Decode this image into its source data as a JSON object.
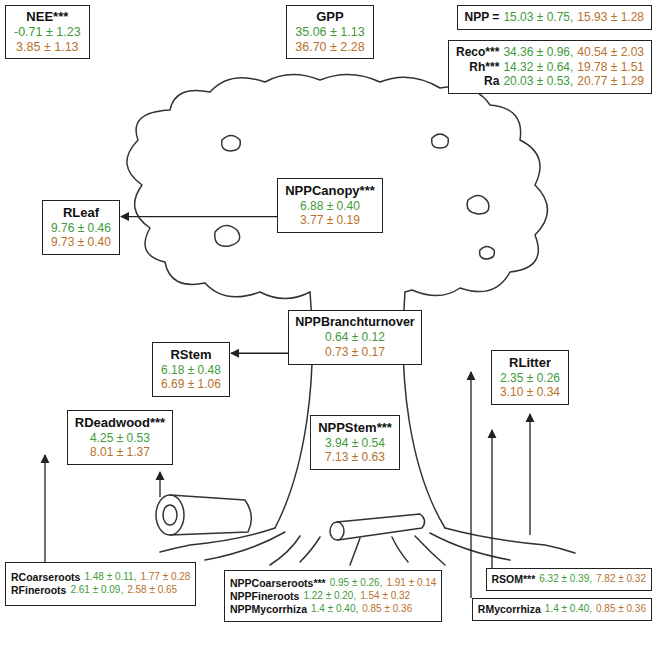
{
  "diagram": {
    "nodes": [
      {
        "text": [
          "NEE***",
          "-0.71 ± 1.23",
          "3.85 ± 1.13"
        ]
      },
      {
        "text": [
          "GPP",
          "35.06 ± 1.13",
          "36.70 ± 2.28"
        ]
      },
      {
        "text": [
          "NPP =",
          "15.03 ± 0.75,",
          "15.93 ± 1.28"
        ]
      },
      {
        "text": [
          "Reco***",
          "34.36 ± 0.96,",
          "40.54 ± 2.03",
          "Rh***",
          "14.32 ± 0.64,",
          "19.78 ± 1.51",
          "Ra",
          "20.03 ± 0.53,",
          "20.77 ± 1.29"
        ]
      },
      {
        "text": [
          "NPPCanopy***",
          "6.88 ± 0.40",
          "3.77 ± 0.19"
        ]
      },
      {
        "text": [
          "RLeaf",
          "9.76 ± 0.46",
          "9.73 ± 0.40"
        ]
      },
      {
        "text": [
          "NPPBranchturnover",
          "0.64 ± 0.12",
          "0.73 ± 0.17"
        ]
      },
      {
        "text": [
          "RStem",
          "6.18 ± 0.48",
          "6.69 ± 1.06"
        ]
      },
      {
        "text": [
          "RLitter",
          "2.35 ± 0.26",
          "3.10 ± 0.34"
        ]
      },
      {
        "text": [
          "RDeadwood***",
          "4.25 ± 0.53",
          "8.01 ± 1.37"
        ]
      },
      {
        "text": [
          "NPPStem***",
          "3.94 ± 0.54",
          "7.13 ± 0.63"
        ]
      },
      {
        "text": [
          "RCoarseroots",
          "1.48 ± 0.11,",
          "1.77 ± 0.28",
          "RFineroots",
          "2.61 ± 0.09,",
          "2.58 ± 0.65"
        ]
      },
      {
        "text": [
          "NPPCoarseroots***",
          "0.95 ± 0.26,",
          "1.91 ± 0.14",
          "NPPFineroots",
          "1.22 ± 0.20,",
          "1.54 ± 0.32",
          "NPPMycorrhiza",
          "1.4 ± 0.40,",
          "0.85 ± 0.36"
        ]
      },
      {
        "text": [
          "RSOM***",
          "6.32 ± 0.39,",
          "7.82 ± 0.32"
        ]
      },
      {
        "text": [
          "RMycorrhiza",
          "1.4 ± 0.40,",
          "0.85 ± 0.36"
        ]
      }
    ],
    "edges": [
      {
        "from": 4,
        "to": 5,
        "arrow": "to"
      },
      {
        "from": 6,
        "to": 7,
        "arrow": "to"
      }
    ]
  }
}
